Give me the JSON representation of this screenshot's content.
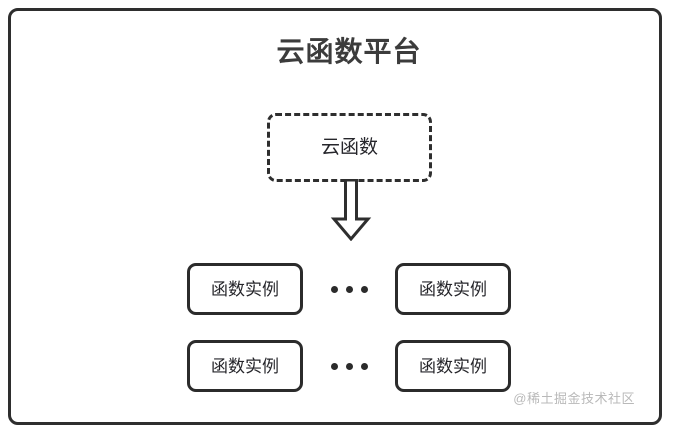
{
  "diagram": {
    "title": "云函数平台",
    "cloud_function": {
      "label": "云函数"
    },
    "arrow": {
      "icon": "down-block-arrow-icon"
    },
    "rows": [
      {
        "left_instance": "函数实例",
        "separator": "•••",
        "right_instance": "函数实例"
      },
      {
        "left_instance": "函数实例",
        "separator": "•••",
        "right_instance": "函数实例"
      }
    ],
    "watermark": "@稀土掘金技术社区",
    "colors": {
      "stroke": "#2b2b2b",
      "title_text": "#3c3c3c",
      "body_text": "#26262b",
      "watermark_text": "#b9b9b9",
      "background": "#ffffff"
    }
  }
}
